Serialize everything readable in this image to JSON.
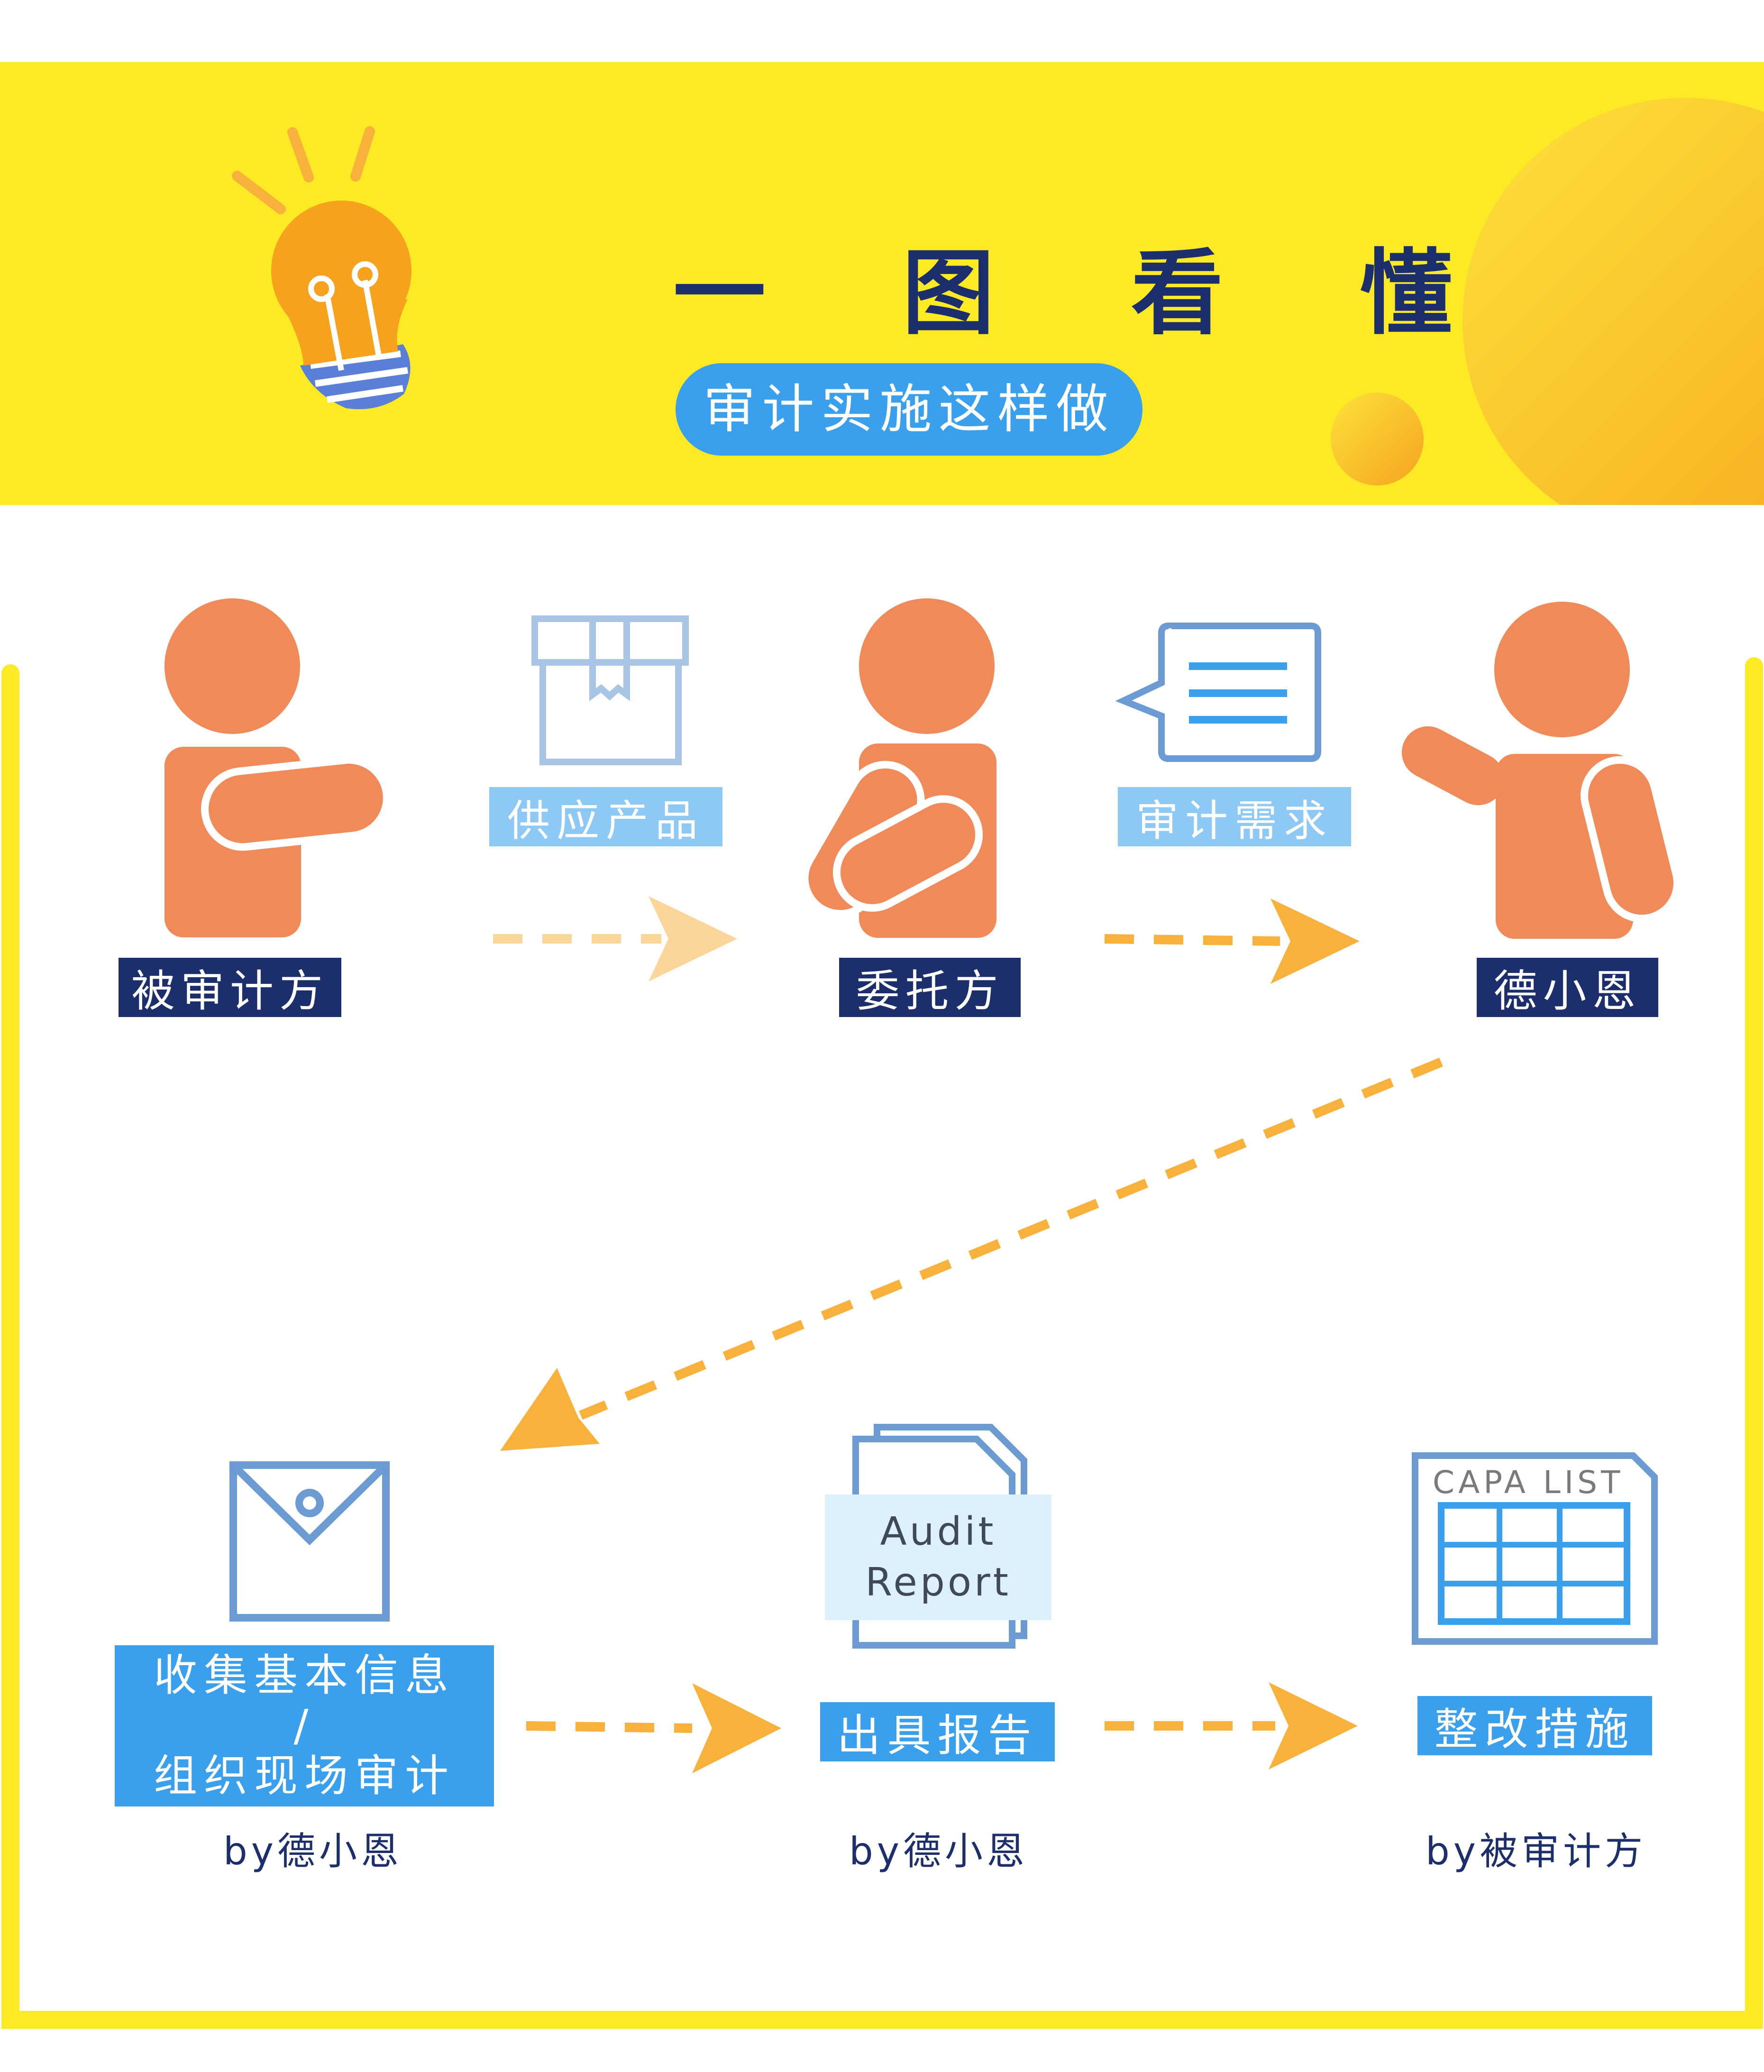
{
  "header": {
    "title": "一 图 看 懂",
    "subtitle": "审计实施这样做"
  },
  "flow": {
    "actors": [
      {
        "label": "被审计方"
      },
      {
        "label": "委托方"
      },
      {
        "label": "德小恩"
      }
    ],
    "transfers": [
      {
        "label": "供应产品"
      },
      {
        "label": "审计需求"
      }
    ],
    "steps": [
      {
        "label_line1": "收集基本信息",
        "label_sep": "/",
        "label_line2": "组织现场审计",
        "by": "by德小恩"
      },
      {
        "label": "出具报告",
        "by": "by德小恩"
      },
      {
        "label": "整改措施",
        "by": "by被审计方"
      }
    ],
    "report_doc": {
      "line1": "Audit",
      "line2": "Report"
    },
    "capa_doc": {
      "title": "CAPA LIST"
    }
  },
  "colors": {
    "yellow": "#FCEB24",
    "orange_figure": "#F08A58",
    "arrow_orange": "#F8B23B",
    "arrow_light": "#FBD59A",
    "navy": "#1C2E6B",
    "blue": "#3AA0EE",
    "light_blue": "#8EC8F5",
    "icon_blue": "#6B9BD2"
  },
  "icons": [
    "light-bulb-icon",
    "box-icon",
    "chat-bubble-icon",
    "envelope-icon",
    "document-icon",
    "capa-table-icon"
  ]
}
